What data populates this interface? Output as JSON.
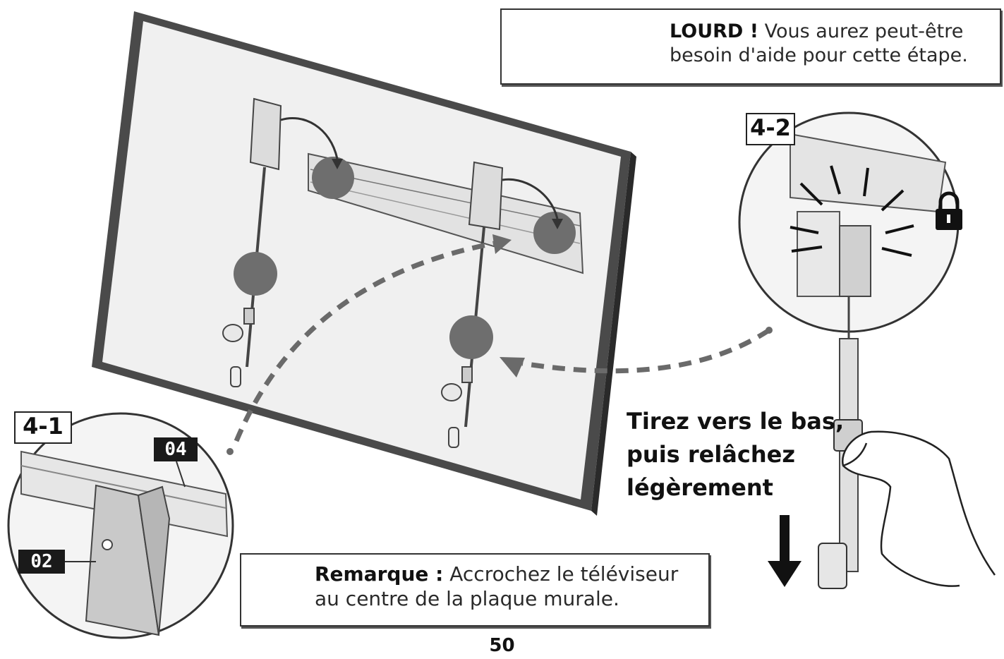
{
  "warning_heavy": {
    "title": "LOURD !",
    "text": " Vous aurez peut-être besoin d'aide pour cette étape."
  },
  "steps": {
    "step1": "4-1",
    "step2": "4-2"
  },
  "parts": {
    "part_04": "04",
    "part_02": "02"
  },
  "instruction": {
    "line1": "Tirez vers le bas,",
    "line2": "puis relâchez",
    "line3": "légèrement"
  },
  "note": {
    "title": "Remarque :",
    "text": "  Accrochez le téléviseur au centre de la plaque murale."
  },
  "page_number": "50",
  "icons": [
    "warning-triangle-icon",
    "two-person-lift-icon",
    "lock-icon",
    "arrow-down-icon"
  ],
  "colors": {
    "ink": "#1a1a1a",
    "highlight": "#6e6e6e",
    "panel": "#efefef"
  }
}
